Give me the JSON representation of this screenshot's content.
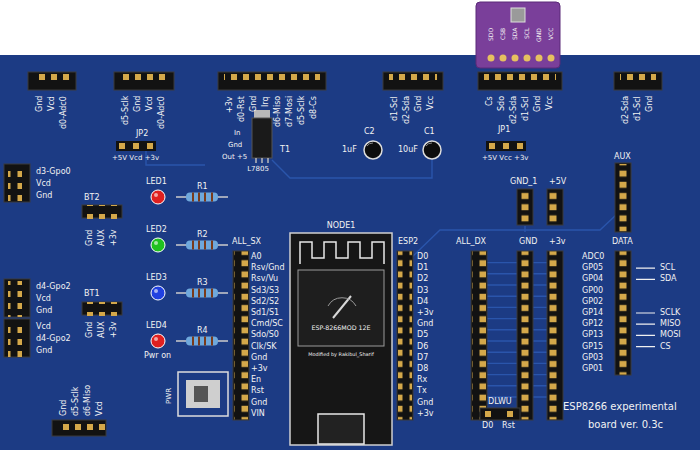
{
  "diagram": {
    "nodes": [
      {
        "text": [
          "ESP-8266MOD 12E",
          "Modified by Rakibul_Sharif"
        ]
      }
    ],
    "labels": [
      "Gnd",
      "Vcd",
      "d0-Adc0",
      "d5-Sclk",
      "Gnd",
      "Vcd",
      "d0-Adc0",
      "+3v",
      "d0-Rst",
      "Gnd",
      "Irq",
      "d6-Miso",
      "d7-Mosi",
      "d5-Sclk",
      "d8-Cs",
      "d1-Scl",
      "d2-Sda",
      "Gnd",
      "Vcc",
      "Cs",
      "Sdo",
      "d2-Sda",
      "d1-Scl",
      "Gnd",
      "Vcc",
      "d2-Sda",
      "d1-Scl",
      "Gnd",
      "SDO",
      "CSB",
      "SDA",
      "SCL",
      "GND",
      "VCC",
      "JP2",
      "+5V Vcd +3v",
      "In",
      "Gnd",
      "Out +5",
      "T1",
      "L7805",
      "C2",
      "1uF",
      "C1",
      "10uF",
      "JP1",
      "+5V Vcc +3v",
      "d3-Gpo0",
      "Vcd",
      "Gnd",
      "LED1",
      "R1",
      "BT2",
      "Gnd",
      "AUX",
      "+3v",
      "LED2",
      "R2",
      "ALL_SX",
      "LED3",
      "R3",
      "LED4",
      "R4",
      "Pwr on",
      "d4-Gpo2",
      "Vcd",
      "Gnd",
      "BT1",
      "Gnd",
      "AUX",
      "+3v",
      "Vcd",
      "d4-Gpo2",
      "Gnd",
      "Gnd",
      "d5-Sclk",
      "d6-Miso",
      "Vcd",
      "PWR",
      "A0",
      "Rsv/Gnd",
      "Rsv/Vu",
      "Sd3/S3",
      "Sd2/S2",
      "Sd1/S1",
      "Cmd/SC",
      "Sdo/S0",
      "Clk/SK",
      "Gnd",
      "+3v",
      "En",
      "Rst",
      "Gnd",
      "VIN",
      "NODE1",
      "ESP2",
      "D0",
      "D1",
      "D2",
      "D3",
      "D4",
      "+3v",
      "Gnd",
      "D5",
      "D6",
      "D7",
      "D8",
      "Rx",
      "Tx",
      "Gnd",
      "+3v",
      "ALL_DX",
      "GND",
      "+3v",
      "DATA",
      "GND_1",
      "+5V",
      "AUX",
      "ADC0",
      "GP05",
      "GP04",
      "GP00",
      "GP02",
      "GP14",
      "GP12",
      "GP13",
      "GP15",
      "GP03",
      "GP01",
      "SCL",
      "SDA",
      "SCLK",
      "MISO",
      "MOSI",
      "CS",
      "DLWU",
      "D0",
      "Rst",
      "ESP8266 experimental",
      "board ver. 0.3c"
    ]
  }
}
